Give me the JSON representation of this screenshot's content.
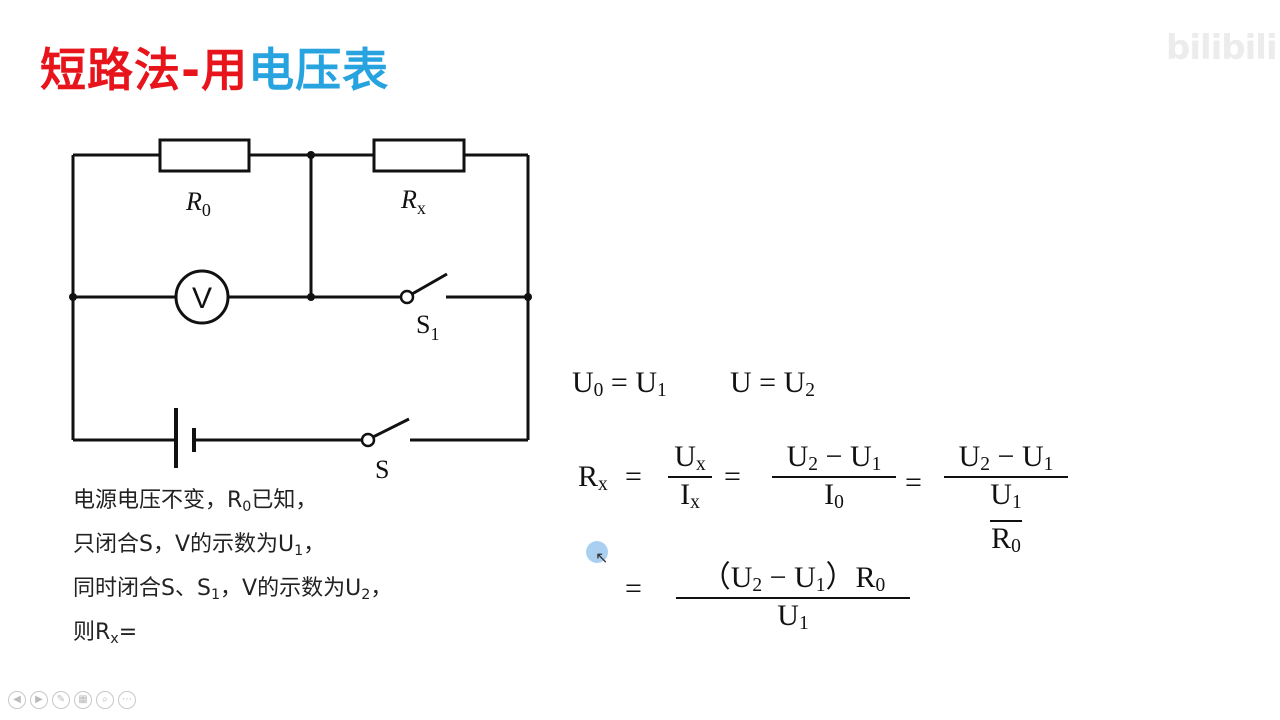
{
  "title": {
    "part_red": "短路法-用",
    "part_blue": "电压表"
  },
  "watermark": "bilibili",
  "circuit": {
    "r0_label": "R",
    "r0_sub": "0",
    "rx_label": "R",
    "rx_sub": "x",
    "voltmeter": "V",
    "s1_label": "S",
    "s1_sub": "1",
    "s_label": "S"
  },
  "conditions": {
    "line1_a": "电源电压不变，R",
    "line1_sub": "0",
    "line1_b": "已知，",
    "line2_a": "只闭合S，V的示数为U",
    "line2_sub": "1",
    "line2_b": "，",
    "line3_a": "同时闭合S、S",
    "line3_sub1": "1",
    "line3_b": "，V的示数为U",
    "line3_sub2": "2",
    "line3_c": "，",
    "line4_a": "则R",
    "line4_sub": "x",
    "line4_b": "="
  },
  "equations": {
    "eq1_a": "U",
    "eq1_a_sub": "0",
    "eq1_eq": " = ",
    "eq1_b": "U",
    "eq1_b_sub": "1",
    "eq2_a": "U",
    "eq2_eq": " = ",
    "eq2_b": "U",
    "eq2_b_sub": "2",
    "rx_lhs": "R",
    "rx_lhs_sub": "x",
    "equals": "=",
    "f1_num": "U",
    "f1_num_sub": "x",
    "f1_den": "I",
    "f1_den_sub": "x",
    "f2_num_a": "U",
    "f2_num_a_sub": "2",
    "f2_minus": " − ",
    "f2_num_b": "U",
    "f2_num_b_sub": "1",
    "f2_den": "I",
    "f2_den_sub": "0",
    "f3_num_a": "U",
    "f3_num_a_sub": "2",
    "f3_minus": " − ",
    "f3_num_b": "U",
    "f3_num_b_sub": "1",
    "f3_den_num": "U",
    "f3_den_num_sub": "1",
    "f3_den_den": "R",
    "f3_den_den_sub": "0",
    "f4_num_open": "（U",
    "f4_num_sub2": "2",
    "f4_minus": " − ",
    "f4_num_u": "U",
    "f4_num_sub1": "1",
    "f4_num_close": "）R",
    "f4_num_sub0": "0",
    "f4_den": "U",
    "f4_den_sub": "1"
  },
  "toolbar_icons": [
    "prev-icon",
    "next-icon",
    "pen-icon",
    "slides-icon",
    "zoom-icon",
    "more-icon"
  ]
}
